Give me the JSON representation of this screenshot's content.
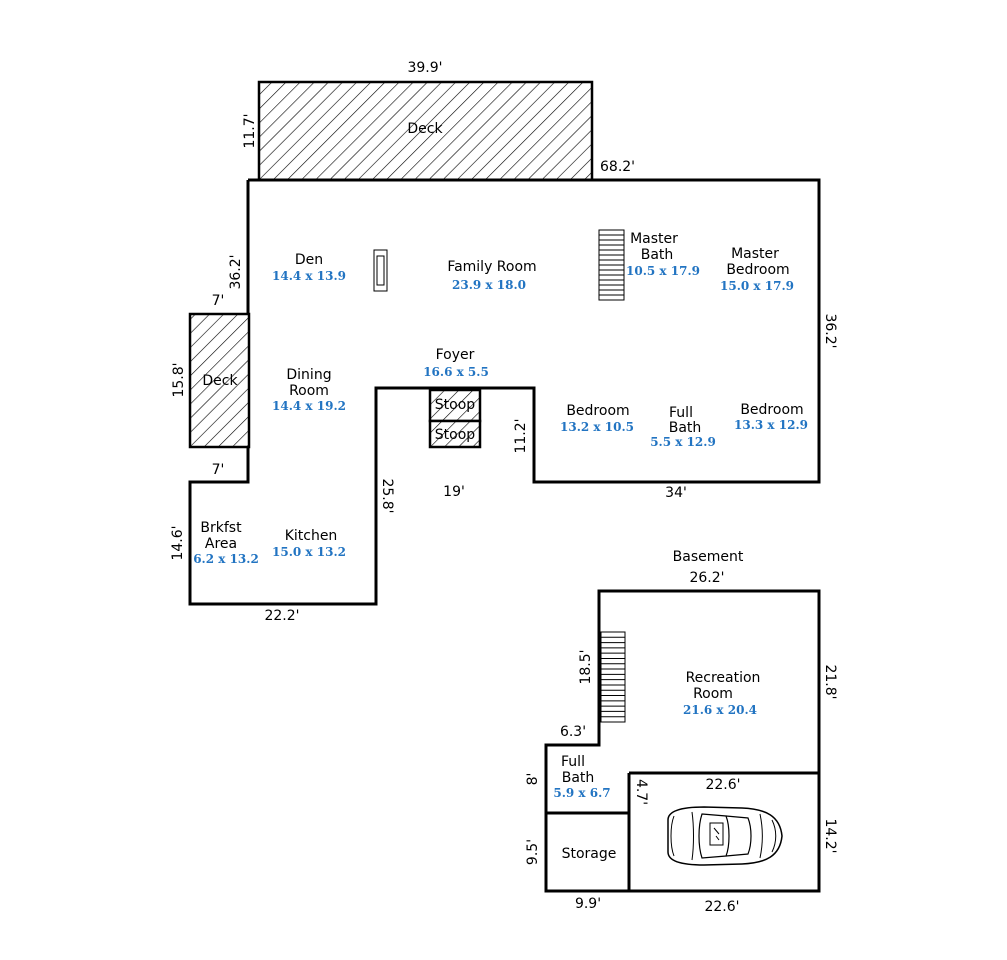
{
  "plan": {
    "main": {
      "dims": {
        "deck_width": "39.9'",
        "deck_depth": "11.7'",
        "top_right": "68.2'",
        "left_upper": "36.2'",
        "right_side": "36.2'",
        "side_deck_top": "7'",
        "side_deck_depth": "15.8'",
        "side_deck_bottom": "7'",
        "brkfst_side": "14.6'",
        "bottom_left": "22.2'",
        "kitchen_right": "25.8'",
        "foyer_bottom": "19'",
        "foyer_right": "11.2'",
        "bottom_right": "34'"
      },
      "rooms": [
        {
          "name": "Deck",
          "size": ""
        },
        {
          "name": "Den",
          "size": "14.4 x 13.9"
        },
        {
          "name": "Family Room",
          "size": "23.9 x 18.0"
        },
        {
          "name": "Master\nBath",
          "size": "10.5 x 17.9"
        },
        {
          "name": "Master\nBedroom",
          "size": "15.0 x 17.9"
        },
        {
          "name": "Deck",
          "size": ""
        },
        {
          "name": "Dining\nRoom",
          "size": "14.4 x 19.2"
        },
        {
          "name": "Foyer",
          "size": "16.6 x 5.5"
        },
        {
          "name": "Stoop",
          "size": ""
        },
        {
          "name": "Stoop",
          "size": ""
        },
        {
          "name": "Bedroom",
          "size": "13.2 x 10.5"
        },
        {
          "name": "Full\nBath",
          "size": "5.5 x 12.9"
        },
        {
          "name": "Bedroom",
          "size": "13.3 x 12.9"
        },
        {
          "name": "Brkfst\nArea",
          "size": "6.2 x 13.2"
        },
        {
          "name": "Kitchen",
          "size": "15.0 x 13.2"
        }
      ]
    },
    "basement": {
      "title": "Basement",
      "dims": {
        "top": "26.2'",
        "right_upper": "21.8'",
        "stair_side": "18.5'",
        "step": "6.3'",
        "bath_side": "8'",
        "garage_top": "22.6'",
        "garage_inner": "4.7'",
        "garage_right": "14.2'",
        "storage_side": "9.5'",
        "storage_bottom": "9.9'",
        "garage_bottom": "22.6'"
      },
      "rooms": [
        {
          "name": "Recreation\nRoom",
          "size": "21.6 x 20.4"
        },
        {
          "name": "Full\nBath",
          "size": "5.9 x 6.7"
        },
        {
          "name": "Storage",
          "size": ""
        }
      ]
    }
  }
}
